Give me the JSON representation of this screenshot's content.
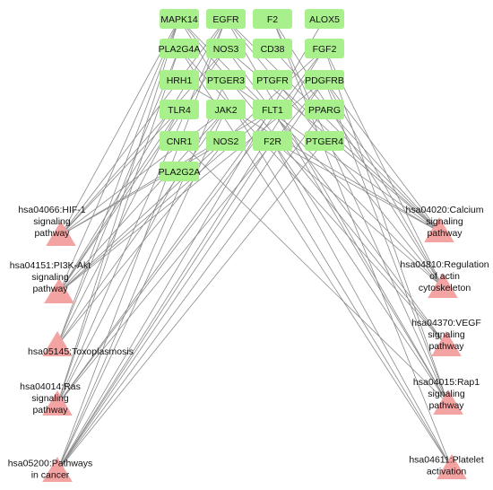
{
  "genes": [
    {
      "id": "MAPK14",
      "label": "MAPK14"
    },
    {
      "id": "EGFR",
      "label": "EGFR"
    },
    {
      "id": "F2",
      "label": "F2"
    },
    {
      "id": "ALOX5",
      "label": "ALOX5"
    },
    {
      "id": "PLA2G4A",
      "label": "PLA2G4A"
    },
    {
      "id": "NOS3",
      "label": "NOS3"
    },
    {
      "id": "CD38",
      "label": "CD38"
    },
    {
      "id": "FGF2",
      "label": "FGF2"
    },
    {
      "id": "HRH1",
      "label": "HRH1"
    },
    {
      "id": "PTGER3",
      "label": "PTGER3"
    },
    {
      "id": "PTGFR",
      "label": "PTGFR"
    },
    {
      "id": "PDGFRB",
      "label": "PDGFRB"
    },
    {
      "id": "TLR4",
      "label": "TLR4"
    },
    {
      "id": "JAK2",
      "label": "JAK2"
    },
    {
      "id": "FLT1",
      "label": "FLT1"
    },
    {
      "id": "PPARG",
      "label": "PPARG"
    },
    {
      "id": "CNR1",
      "label": "CNR1"
    },
    {
      "id": "NOS2",
      "label": "NOS2"
    },
    {
      "id": "F2R",
      "label": "F2R"
    },
    {
      "id": "PTGER4",
      "label": "PTGER4"
    },
    {
      "id": "PLA2G2A",
      "label": "PLA2G2A"
    }
  ],
  "pathways": [
    {
      "id": "hsa04066",
      "side": "left",
      "lines": [
        "hsa04066:HIF-1",
        "signaling",
        "pathway"
      ]
    },
    {
      "id": "hsa04151",
      "side": "left",
      "lines": [
        "hsa04151:PI3K-Akt",
        "signaling",
        "pathway"
      ]
    },
    {
      "id": "hsa05145",
      "side": "left",
      "lines": [
        "hsa05145:Toxoplasmosis"
      ]
    },
    {
      "id": "hsa04014",
      "side": "left",
      "lines": [
        "hsa04014:Ras",
        "signaling",
        "pathway"
      ]
    },
    {
      "id": "hsa05200",
      "side": "left",
      "lines": [
        "hsa05200:Pathways",
        "in cancer"
      ]
    },
    {
      "id": "hsa04020",
      "side": "right",
      "lines": [
        "hsa04020:Calcium",
        "signaling",
        "pathway"
      ]
    },
    {
      "id": "hsa04810",
      "side": "right",
      "lines": [
        "hsa04810:Regulation",
        "of actin",
        "cytoskeleton"
      ]
    },
    {
      "id": "hsa04370",
      "side": "right",
      "lines": [
        "hsa04370:VEGF",
        "signaling",
        "pathway"
      ]
    },
    {
      "id": "hsa04015",
      "side": "right",
      "lines": [
        "hsa04015:Rap1",
        "signaling",
        "pathway"
      ]
    },
    {
      "id": "hsa04611",
      "side": "right",
      "lines": [
        "hsa04611:Platelet",
        "activation"
      ]
    }
  ],
  "edges": [
    [
      "MAPK14",
      "hsa04066"
    ],
    [
      "MAPK14",
      "hsa04151"
    ],
    [
      "MAPK14",
      "hsa05145"
    ],
    [
      "MAPK14",
      "hsa04014"
    ],
    [
      "MAPK14",
      "hsa04810"
    ],
    [
      "MAPK14",
      "hsa04370"
    ],
    [
      "MAPK14",
      "hsa04611"
    ],
    [
      "EGFR",
      "hsa04066"
    ],
    [
      "EGFR",
      "hsa04151"
    ],
    [
      "EGFR",
      "hsa04014"
    ],
    [
      "EGFR",
      "hsa05200"
    ],
    [
      "EGFR",
      "hsa04020"
    ],
    [
      "EGFR",
      "hsa04810"
    ],
    [
      "EGFR",
      "hsa04015"
    ],
    [
      "F2",
      "hsa04810"
    ],
    [
      "F2",
      "hsa04015"
    ],
    [
      "F2",
      "hsa04611"
    ],
    [
      "ALOX5",
      "hsa05200"
    ],
    [
      "PLA2G4A",
      "hsa04014"
    ],
    [
      "PLA2G4A",
      "hsa05145"
    ],
    [
      "PLA2G4A",
      "hsa04370"
    ],
    [
      "PLA2G4A",
      "hsa04611"
    ],
    [
      "NOS3",
      "hsa04066"
    ],
    [
      "NOS3",
      "hsa04151"
    ],
    [
      "NOS3",
      "hsa04020"
    ],
    [
      "NOS3",
      "hsa04370"
    ],
    [
      "CD38",
      "hsa04020"
    ],
    [
      "FGF2",
      "hsa04151"
    ],
    [
      "FGF2",
      "hsa04014"
    ],
    [
      "FGF2",
      "hsa05200"
    ],
    [
      "FGF2",
      "hsa04810"
    ],
    [
      "FGF2",
      "hsa04015"
    ],
    [
      "HRH1",
      "hsa04020"
    ],
    [
      "PTGER3",
      "hsa04020"
    ],
    [
      "PTGER3",
      "hsa05200"
    ],
    [
      "PTGFR",
      "hsa04020"
    ],
    [
      "PDGFRB",
      "hsa04151"
    ],
    [
      "PDGFRB",
      "hsa04014"
    ],
    [
      "PDGFRB",
      "hsa05200"
    ],
    [
      "PDGFRB",
      "hsa04020"
    ],
    [
      "PDGFRB",
      "hsa04810"
    ],
    [
      "PDGFRB",
      "hsa04015"
    ],
    [
      "TLR4",
      "hsa04066"
    ],
    [
      "TLR4",
      "hsa04151"
    ],
    [
      "TLR4",
      "hsa05145"
    ],
    [
      "JAK2",
      "hsa04066"
    ],
    [
      "JAK2",
      "hsa04151"
    ],
    [
      "JAK2",
      "hsa05145"
    ],
    [
      "JAK2",
      "hsa05200"
    ],
    [
      "FLT1",
      "hsa04066"
    ],
    [
      "FLT1",
      "hsa04151"
    ],
    [
      "FLT1",
      "hsa04014"
    ],
    [
      "FLT1",
      "hsa04015"
    ],
    [
      "PPARG",
      "hsa05200"
    ],
    [
      "CNR1",
      "hsa04015"
    ],
    [
      "NOS2",
      "hsa04066"
    ],
    [
      "NOS2",
      "hsa05145"
    ],
    [
      "F2R",
      "hsa04020"
    ],
    [
      "F2R",
      "hsa04810"
    ],
    [
      "F2R",
      "hsa04015"
    ],
    [
      "F2R",
      "hsa04611"
    ],
    [
      "F2R",
      "hsa05200"
    ],
    [
      "PTGER4",
      "hsa05200"
    ],
    [
      "PLA2G2A",
      "hsa04014"
    ]
  ]
}
